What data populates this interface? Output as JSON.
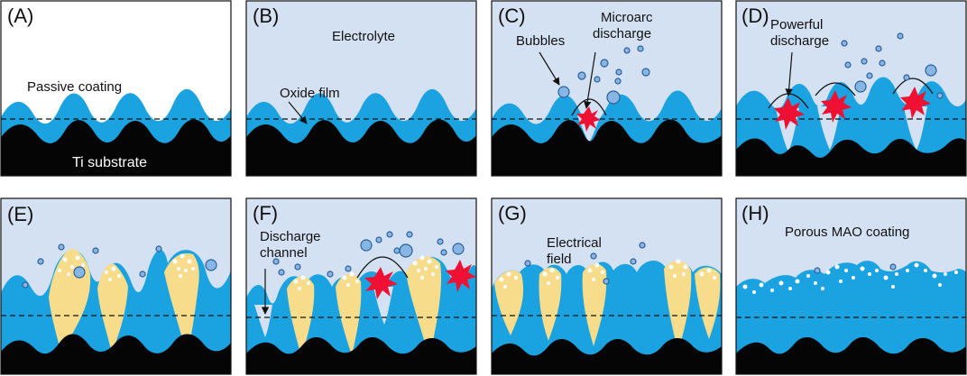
{
  "panels": [
    {
      "letter": "(A)",
      "labels": [
        "Passive coating",
        "Ti substrate"
      ]
    },
    {
      "letter": "(B)",
      "labels": [
        "Electrolyte",
        "Oxide film"
      ]
    },
    {
      "letter": "(C)",
      "labels": [
        "Bubbles",
        "Microarc",
        "discharge"
      ]
    },
    {
      "letter": "(D)",
      "labels": [
        "Powerful",
        "discharge"
      ]
    },
    {
      "letter": "(E)",
      "labels": []
    },
    {
      "letter": "(F)",
      "labels": [
        "Discharge",
        "channel"
      ]
    },
    {
      "letter": "(G)",
      "labels": [
        "Electrical",
        "field"
      ]
    },
    {
      "letter": "(H)",
      "labels": [
        "Porous MAO coating"
      ]
    }
  ],
  "colors": {
    "electrolyte": "#d4e1f2",
    "coating": "#1aa3e0",
    "substrate": "#050505",
    "porous_fill": "#f7dc8c",
    "spark": "#ee1133",
    "bubble": "#87b6e4"
  }
}
